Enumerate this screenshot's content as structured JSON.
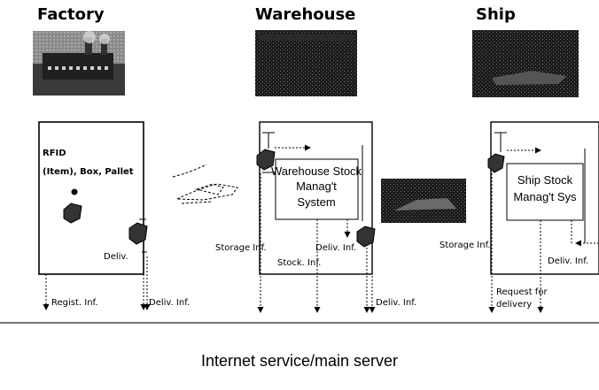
{
  "stages": {
    "factory": "Factory",
    "warehouse": "Warehouse",
    "ship": "Ship"
  },
  "factory": {
    "rfid_line1": "RFID",
    "rfid_line2": "(Item), Box, Pallet",
    "deliv_label": "Deliv.",
    "regist_label": "Regist. Inf.",
    "deliv_inf_label": "Deliv. Inf."
  },
  "warehouse": {
    "system_line1": "Warehouse Stock",
    "system_line2": "Manag't",
    "system_line3": "System",
    "storage_label": "Storage Inf.",
    "deliv_label": "Deliv. Inf.",
    "stock_label": "Stock. Inf.",
    "deliv_inf_label": "Deliv. Inf."
  },
  "ship": {
    "system_line1": "Ship Stock",
    "system_line2": "Manag't Sys",
    "storage_label": "Storage Inf.",
    "deliv_label": "Deliv. Inf.",
    "request_line1": "Request for",
    "request_line2": "delivery"
  },
  "footer": {
    "label": "Internet service/main server"
  }
}
